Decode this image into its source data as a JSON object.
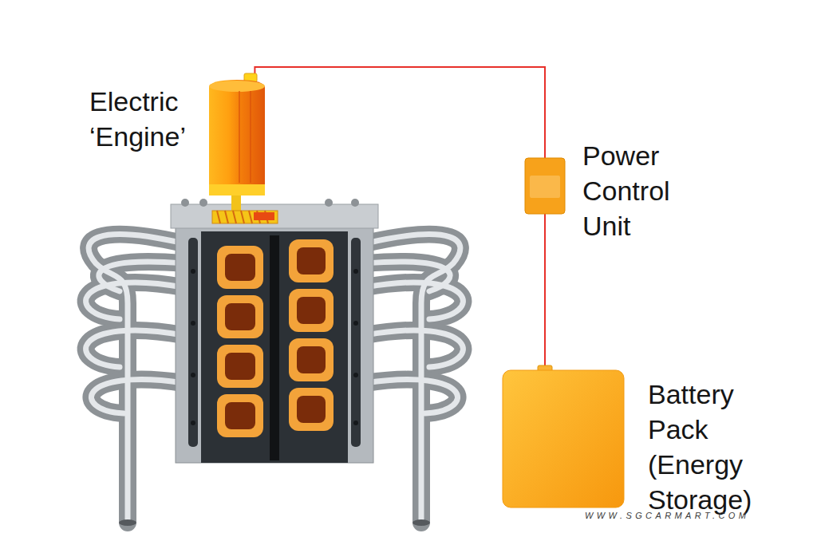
{
  "diagram": {
    "nodes": [
      {
        "text": [
          "Electric ‘Engine’"
        ]
      },
      {
        "text": [
          "Power Control Unit"
        ]
      },
      {
        "text": [
          "Battery Pack (Energy Storage)"
        ]
      }
    ],
    "edges": [
      {
        "from": 0,
        "to": 1,
        "arrow": "none"
      },
      {
        "from": 1,
        "to": 2,
        "arrow": "none"
      }
    ],
    "labels": [
      "WWW.SGCARMART.COM"
    ]
  }
}
